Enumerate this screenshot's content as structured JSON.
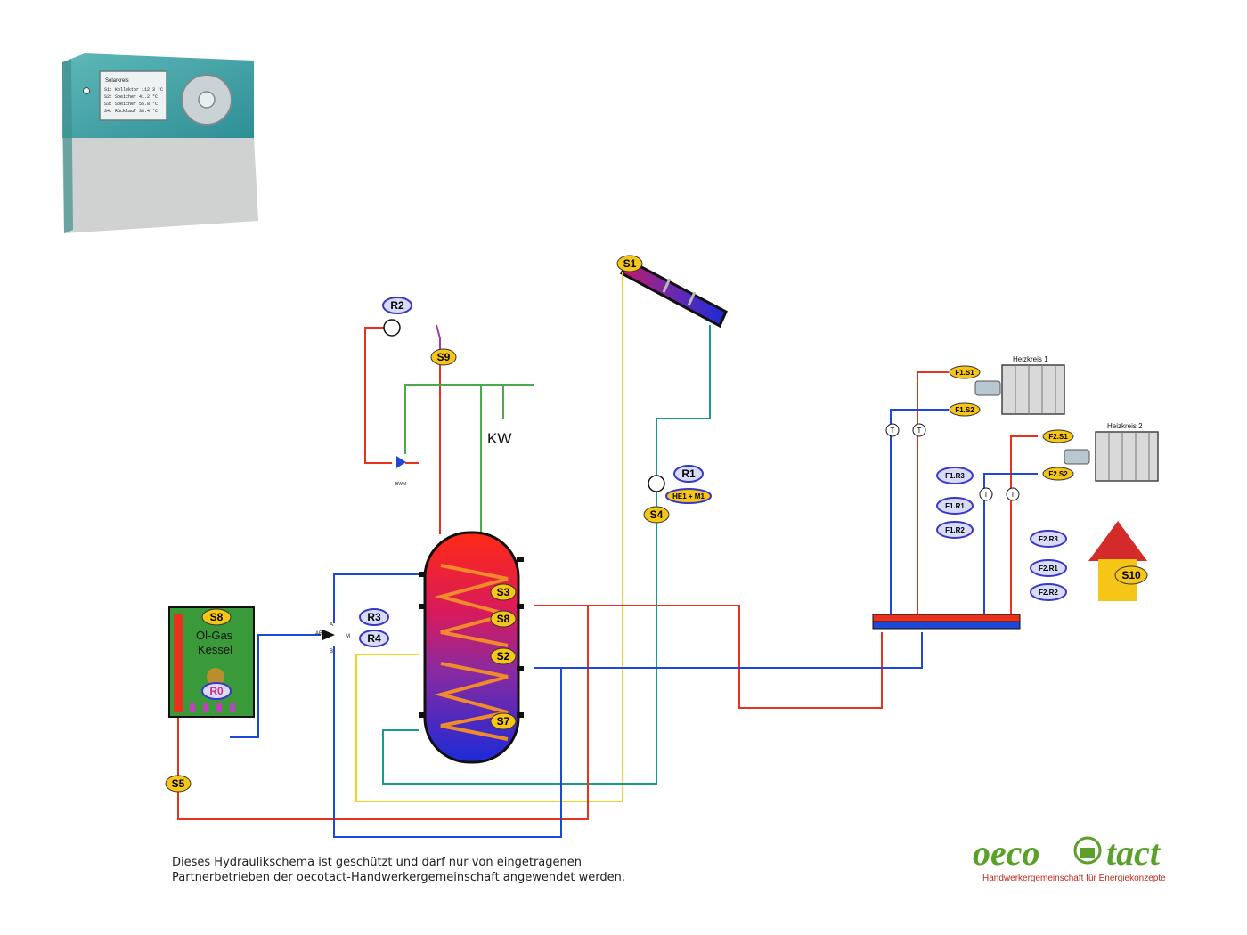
{
  "controller": {
    "display_title": "Solarkreis",
    "display_rows": [
      {
        "label": "S1: Kollektor",
        "value": "112.3 °C"
      },
      {
        "label": "S2: Speicher",
        "value": "41.2 °C"
      },
      {
        "label": "S3: Speicher",
        "value": "55.8 °C"
      },
      {
        "label": "S4: Rücklauf",
        "value": "38.4 °C"
      }
    ]
  },
  "labels": {
    "S1": "S1",
    "S2": "S2",
    "S3": "S3",
    "S4": "S4",
    "S5": "S5",
    "S7": "S7",
    "S8_tank": "S8",
    "S8_boiler": "S8",
    "S9": "S9",
    "S10": "S10",
    "R0": "R0",
    "R1": "R1",
    "R2": "R2",
    "R3": "R3",
    "R4": "R4",
    "HE1M1": "HE1 + M1",
    "KW": "KW",
    "boiler_line1": "Öl-Gas",
    "boiler_line2": "Kessel",
    "F1S1": "F1.S1",
    "F1S2": "F1.S2",
    "F1R1": "F1.R1",
    "F1R2": "F1.R2",
    "F1R3": "F1.R3",
    "F2S1": "F2.S1",
    "F2S2": "F2.S2",
    "F2R1": "F2.R1",
    "F2R2": "F2.R2",
    "F2R3": "F2.R3",
    "heizkreis1": "Heizkreis 1",
    "heizkreis2": "Heizkreis 2",
    "AB": "AB",
    "A": "A",
    "B": "B",
    "M": "M",
    "T": "T",
    "BWM": "BWM"
  },
  "footer": {
    "line1": "Dieses Hydraulikschema ist geschützt und darf nur von eingetragenen",
    "line2": "Partnerbetrieben der oecotact-Handwerkergemeinschaft angewendet werden."
  },
  "logo": {
    "word1": "oeco",
    "word2": "tact",
    "tagline": "Handwerkergemeinschaft für Energiekonzepte"
  },
  "colors": {
    "hot": "#e8321e",
    "cold": "#1f48d8",
    "solar": "#1a9a8a",
    "yellow": "#f2d21a",
    "green": "#4caa4c",
    "purple": "#9b3db0",
    "label_yellow": "#f5c518",
    "label_blue": "#3a36c8"
  }
}
